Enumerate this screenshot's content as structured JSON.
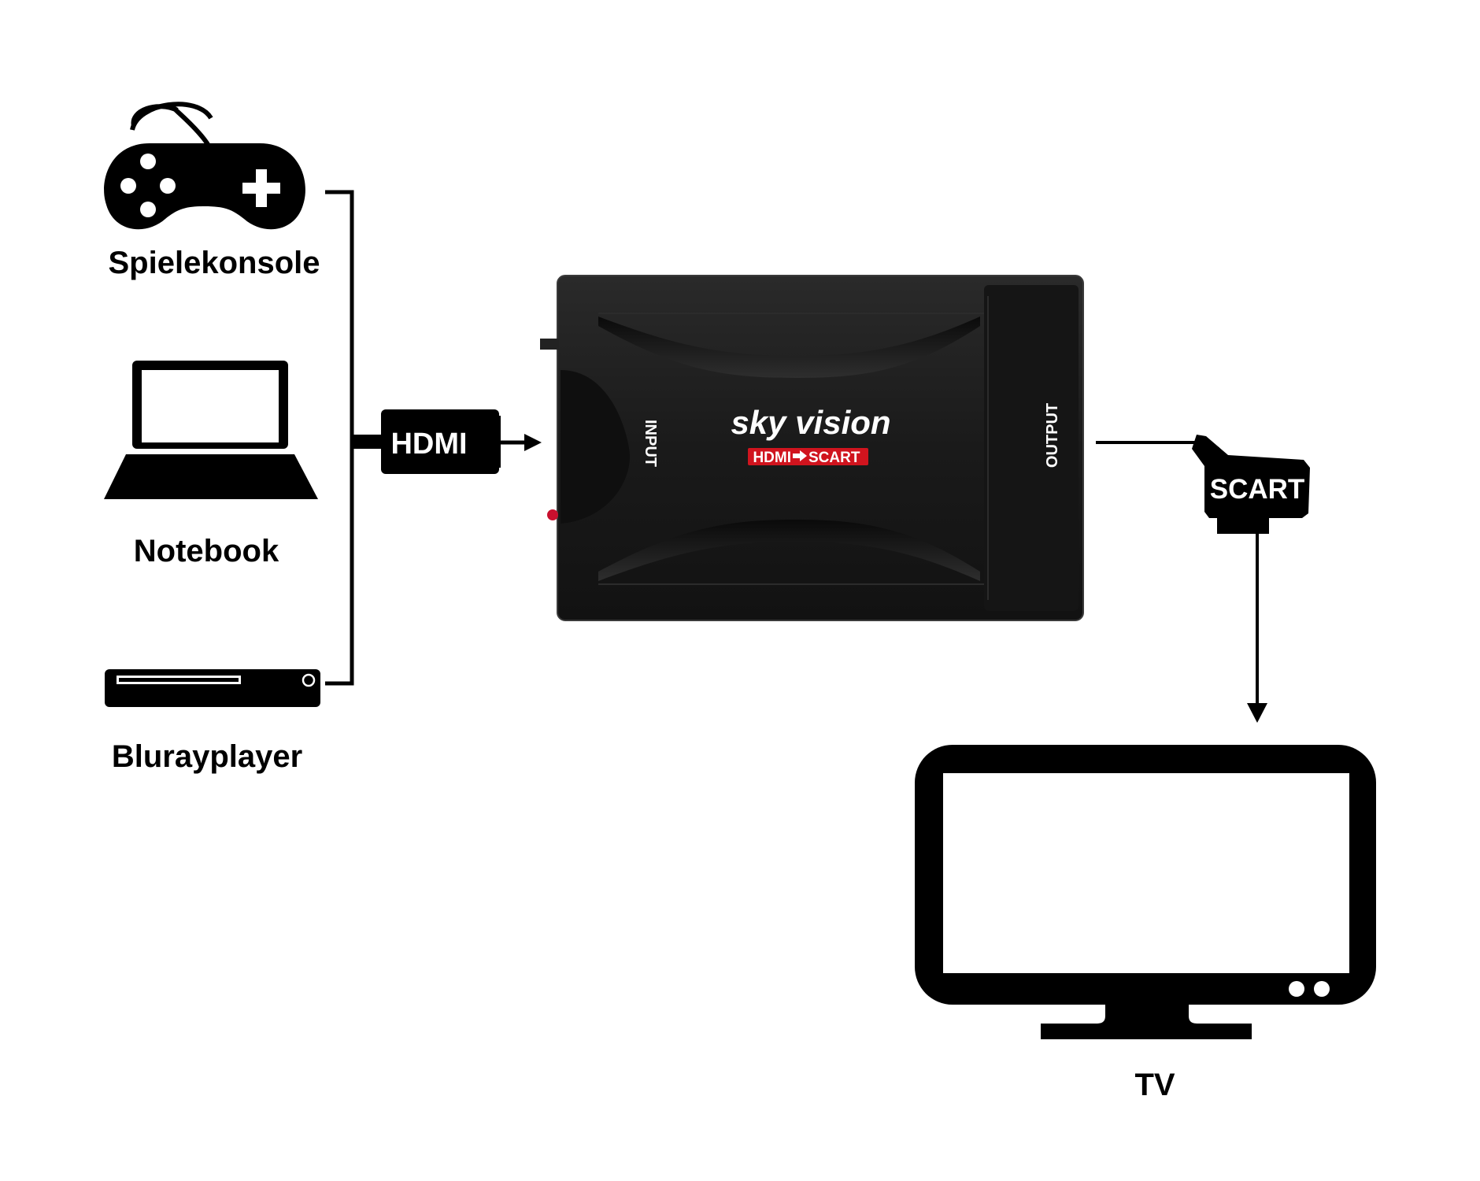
{
  "sources": [
    {
      "label": "Spielekonsole",
      "icon": "gamepad-icon"
    },
    {
      "label": "Notebook",
      "icon": "laptop-icon"
    },
    {
      "label": "Blurayplayer",
      "icon": "bluray-player-icon"
    }
  ],
  "input_connector": {
    "label": "HDMI",
    "icon": "hdmi-plug-icon"
  },
  "device": {
    "brand": "sky vision",
    "badge_left": "HDMI",
    "badge_right": "SCART",
    "input_port_label": "INPUT",
    "output_port_label": "OUTPUT",
    "body_color": "#1b1b1b",
    "badge_color": "#d0141e"
  },
  "output_connector": {
    "label": "SCART",
    "icon": "scart-plug-icon"
  },
  "target": {
    "label": "TV",
    "icon": "tv-icon"
  }
}
